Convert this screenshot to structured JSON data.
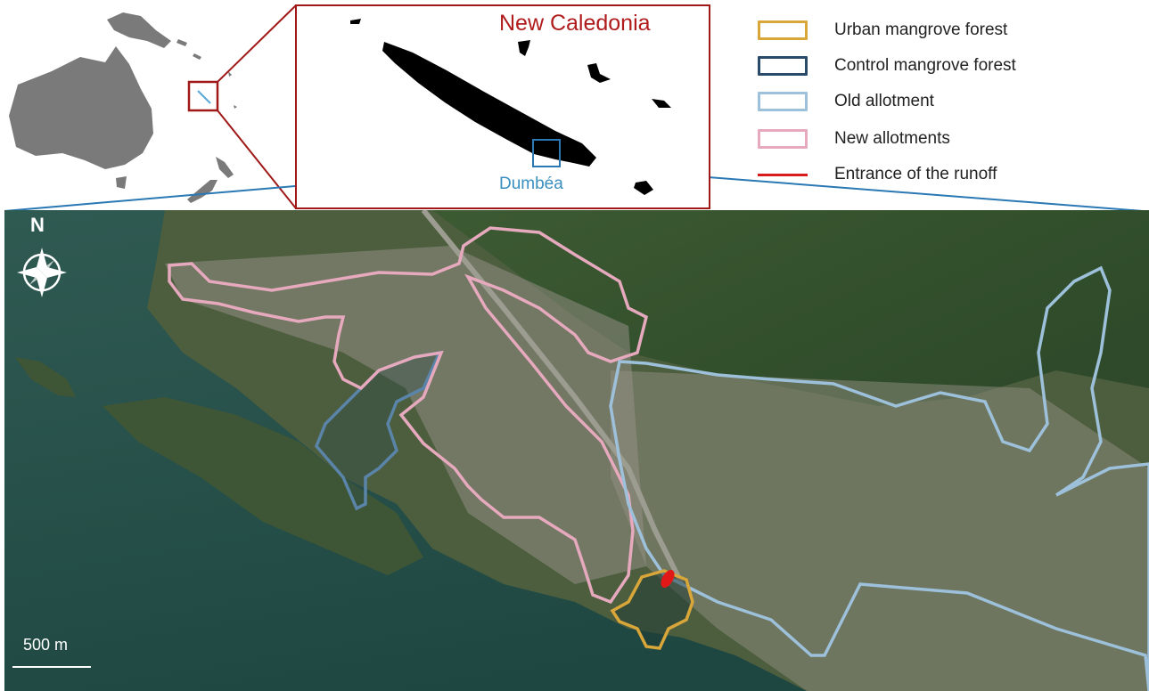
{
  "inset": {
    "title": "New Caledonia",
    "site_label": "Dumbéa"
  },
  "legend": {
    "items": [
      {
        "label": "Urban mangrove forest",
        "color": "#d9a63a",
        "kind": "box"
      },
      {
        "label": "Control mangrove forest",
        "color": "#2a4a6a",
        "kind": "box"
      },
      {
        "label": "Old allotment",
        "color": "#9ec1db",
        "kind": "box"
      },
      {
        "label": "New  allotments",
        "color": "#e6a9bd",
        "kind": "box"
      },
      {
        "label": "Entrance of the runoff",
        "color": "#d81b1b",
        "kind": "line"
      }
    ]
  },
  "map": {
    "north_label": "N",
    "scale_label": "500 m",
    "colors": {
      "urban_mangrove": "#d9a63a",
      "control_mangrove": "#5a84a8",
      "old_allotment": "#9ec1db",
      "new_allotments": "#e6a9bd",
      "runoff_entrance": "#e01818",
      "highlight_box": "#a01919",
      "zoom_line": "#2a78b4"
    }
  }
}
